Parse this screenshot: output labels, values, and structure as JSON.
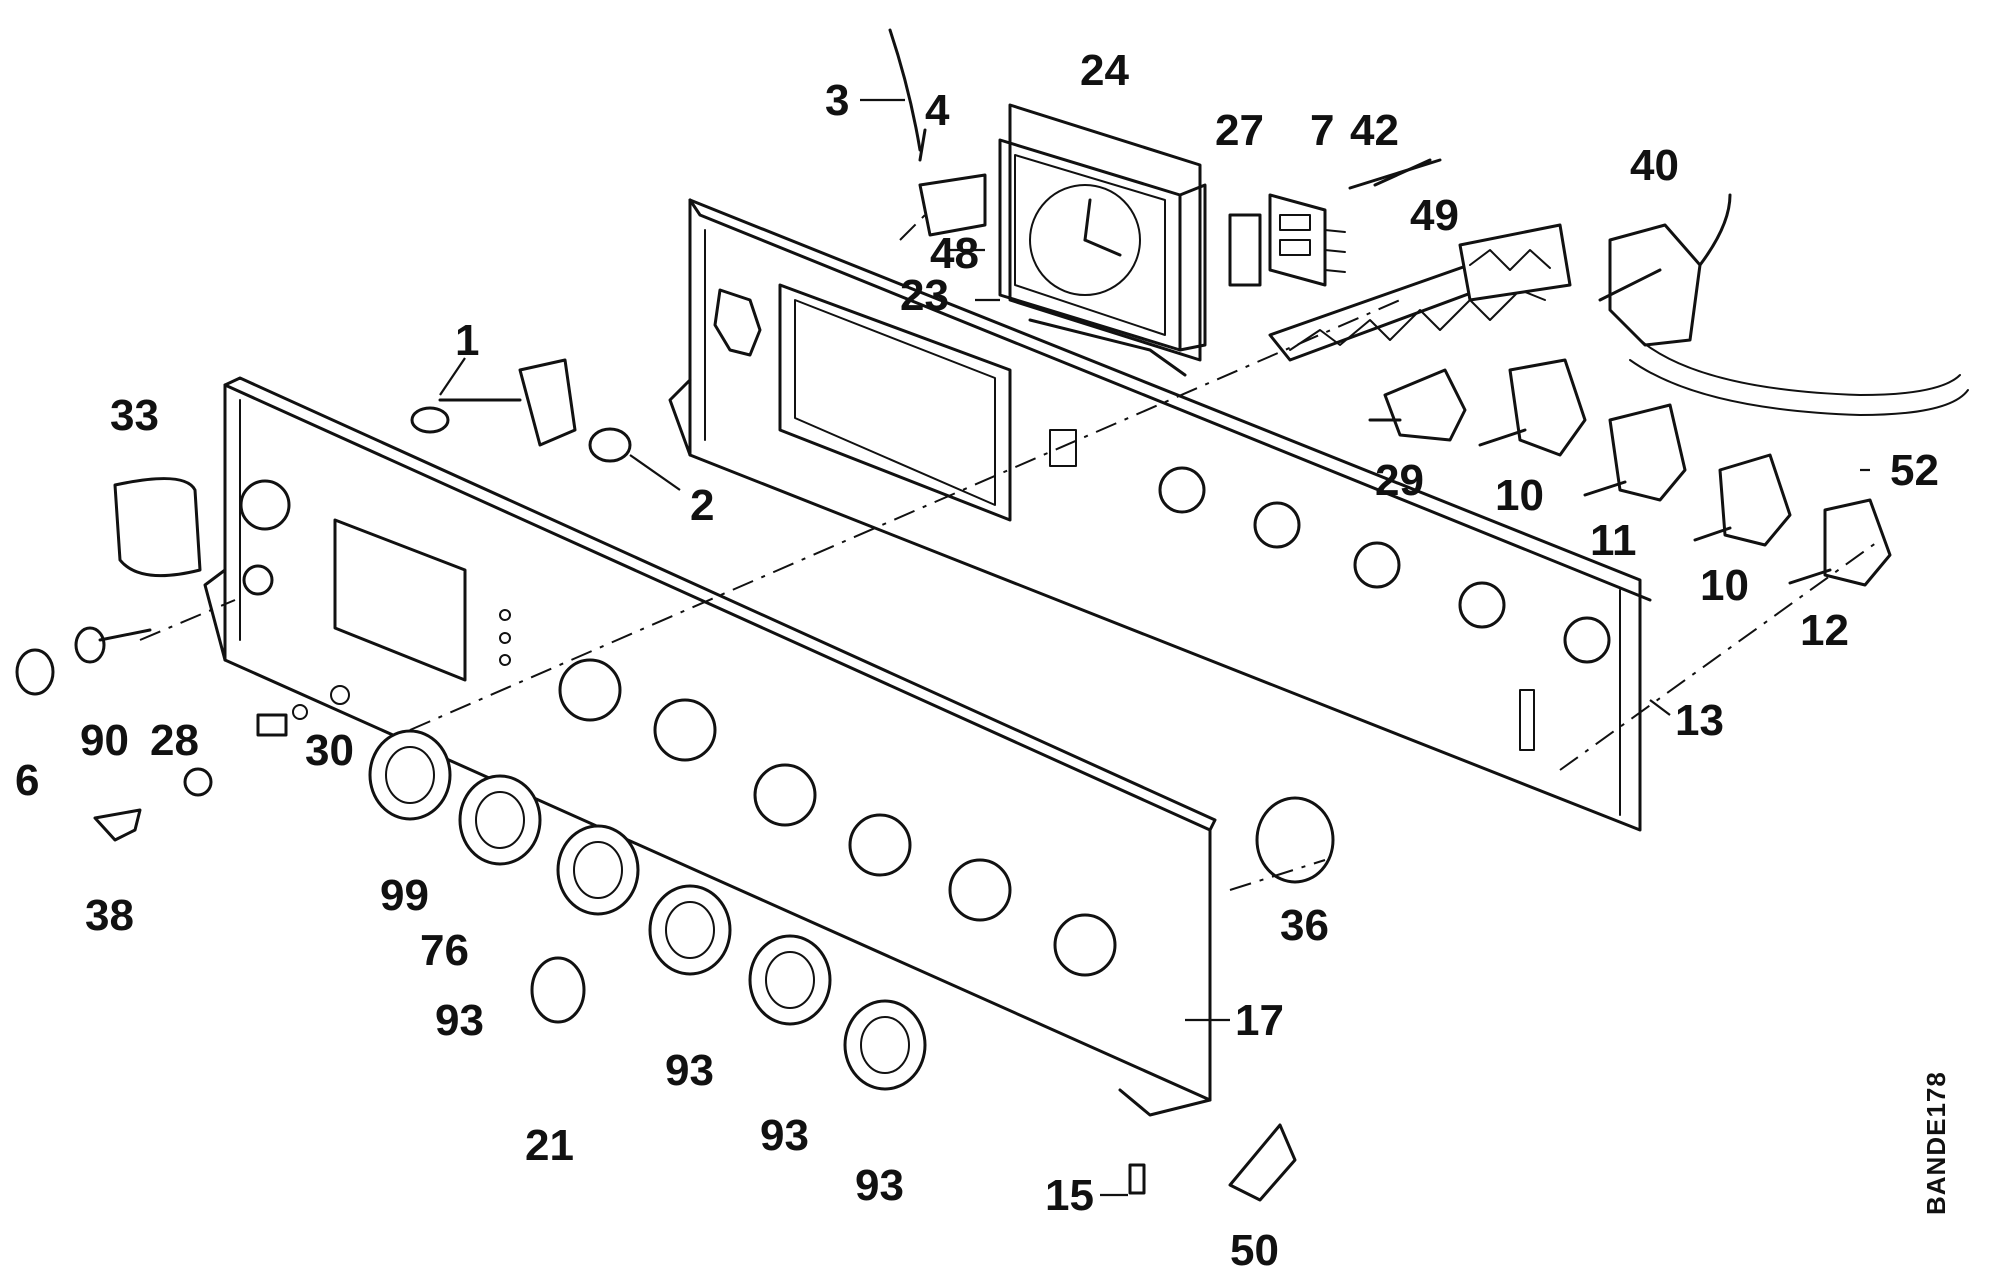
{
  "diagram_code": "BANDE178",
  "labels": {
    "l1": "1",
    "l2": "2",
    "l3": "3",
    "l4": "4",
    "l6": "6",
    "l7": "7",
    "l10a": "10",
    "l10b": "10",
    "l11": "11",
    "l12": "12",
    "l13": "13",
    "l15": "15",
    "l17": "17",
    "l21": "21",
    "l23": "23",
    "l24": "24",
    "l27": "27",
    "l28": "28",
    "l29": "29",
    "l30": "30",
    "l33": "33",
    "l36": "36",
    "l38": "38",
    "l40": "40",
    "l42": "42",
    "l48": "48",
    "l49": "49",
    "l50": "50",
    "l52": "52",
    "l76": "76",
    "l90": "90",
    "l93a": "93",
    "l93b": "93",
    "l93c": "93",
    "l93d": "93",
    "l99": "99"
  }
}
